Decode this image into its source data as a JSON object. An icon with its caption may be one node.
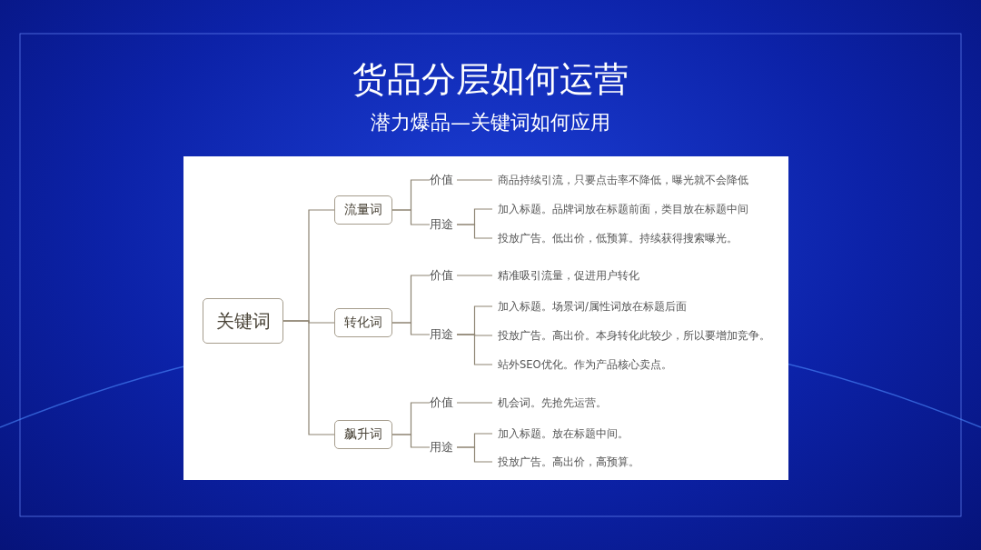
{
  "diagram": {
    "title": "货品分层如何运营",
    "nodes": [
      {
        "text": [
          "关键词"
        ]
      },
      {
        "text": [
          "流量词"
        ]
      },
      {
        "text": [
          "价值"
        ]
      },
      {
        "text": [
          "商品持续引流，只要点击率不降低，曝光就不会降低"
        ]
      },
      {
        "text": [
          "用途"
        ]
      },
      {
        "text": [
          "加入标题。品牌词放在标题前面，类目放在标题中间"
        ]
      },
      {
        "text": [
          "投放广告。低出价，低预算。持续获得搜索曝光。"
        ]
      },
      {
        "text": [
          "转化词"
        ]
      },
      {
        "text": [
          "价值"
        ]
      },
      {
        "text": [
          "精准吸引流量，促进用户转化"
        ]
      },
      {
        "text": [
          "用途"
        ]
      },
      {
        "text": [
          "加入标题。场景词/属性词放在标题后面"
        ]
      },
      {
        "text": [
          "投放广告。高出价。本身转化此较少，所以要增加竞争。"
        ]
      },
      {
        "text": [
          "站外SEO优化。作为产品核心卖点。"
        ]
      },
      {
        "text": [
          "飙升词"
        ]
      },
      {
        "text": [
          "价值"
        ]
      },
      {
        "text": [
          "机会词。先抢先运营。"
        ]
      },
      {
        "text": [
          "用途"
        ]
      },
      {
        "text": [
          "加入标题。放在标题中间。"
        ]
      },
      {
        "text": [
          "投放广告。高出价，高预算。"
        ]
      }
    ],
    "edges": [
      {
        "from": 0,
        "to": 1,
        "arrow": "none"
      },
      {
        "from": 0,
        "to": 7,
        "arrow": "none"
      },
      {
        "from": 0,
        "to": 14,
        "arrow": "none"
      },
      {
        "from": 1,
        "to": 2,
        "arrow": "none"
      },
      {
        "from": 1,
        "to": 4,
        "arrow": "none"
      },
      {
        "from": 2,
        "to": 3,
        "arrow": "none"
      },
      {
        "from": 4,
        "to": 5,
        "arrow": "none"
      },
      {
        "from": 4,
        "to": 6,
        "arrow": "none"
      },
      {
        "from": 7,
        "to": 8,
        "arrow": "none"
      },
      {
        "from": 7,
        "to": 10,
        "arrow": "none"
      },
      {
        "from": 8,
        "to": 9,
        "arrow": "none"
      },
      {
        "from": 10,
        "to": 11,
        "arrow": "none"
      },
      {
        "from": 10,
        "to": 12,
        "arrow": "none"
      },
      {
        "from": 10,
        "to": 13,
        "arrow": "none"
      },
      {
        "from": 14,
        "to": 15,
        "arrow": "none"
      },
      {
        "from": 14,
        "to": 17,
        "arrow": "none"
      },
      {
        "from": 15,
        "to": 16,
        "arrow": "none"
      },
      {
        "from": 17,
        "to": 18,
        "arrow": "none"
      },
      {
        "from": 17,
        "to": 19,
        "arrow": "none"
      }
    ],
    "labels": [
      "潜力爆品—关键词如何应用"
    ]
  }
}
